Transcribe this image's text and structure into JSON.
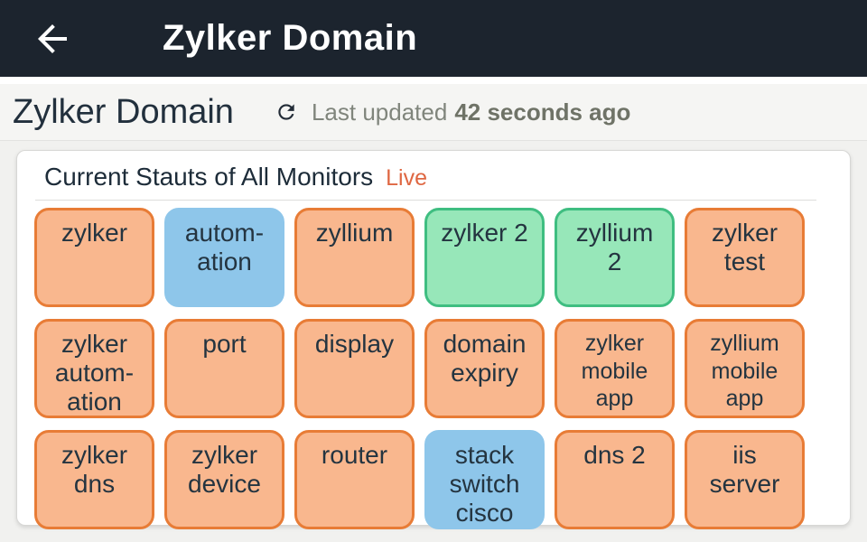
{
  "app_bar": {
    "title": "Zylker Domain",
    "back_icon": "arrow-left"
  },
  "sub_header": {
    "title": "Zylker Domain",
    "refresh_icon": "refresh",
    "last_updated_label": "Last updated",
    "last_updated_value": "42 seconds ago"
  },
  "panel": {
    "title": "Current Stauts of All Monitors",
    "live_label": "Live"
  },
  "status_colors": {
    "app_bar_bg": "#1c242e",
    "trouble_bg": "#f9b78e",
    "trouble_border": "#e87c36",
    "up_bg": "#97e7b9",
    "up_border": "#3fbe81",
    "maintenance_bg": "#8ec6ea",
    "tile_text": "#243440",
    "live": "#df6742"
  },
  "monitors": [
    {
      "label": "zylker",
      "status": "trouble"
    },
    {
      "label": "autom-\nation",
      "status": "maintenance"
    },
    {
      "label": "zyllium",
      "status": "trouble"
    },
    {
      "label": "zylker 2",
      "status": "up"
    },
    {
      "label": "zyllium\n2",
      "status": "up"
    },
    {
      "label": "zylker\ntest",
      "status": "trouble"
    },
    {
      "label": "zylker\nautom-\nation",
      "status": "trouble"
    },
    {
      "label": "port",
      "status": "trouble"
    },
    {
      "label": "display",
      "status": "trouble"
    },
    {
      "label": "domain\nexpiry",
      "status": "trouble"
    },
    {
      "label": "zylker\nmobile\napp",
      "status": "trouble",
      "small": true
    },
    {
      "label": "zyllium\nmobile\napp",
      "status": "trouble",
      "small": true
    },
    {
      "label": "zylker\ndns",
      "status": "trouble"
    },
    {
      "label": "zylker\ndevice",
      "status": "trouble"
    },
    {
      "label": "router",
      "status": "trouble"
    },
    {
      "label": "stack\nswitch\ncisco",
      "status": "maintenance"
    },
    {
      "label": "dns 2",
      "status": "trouble"
    },
    {
      "label": "iis\nserver",
      "status": "trouble"
    }
  ]
}
